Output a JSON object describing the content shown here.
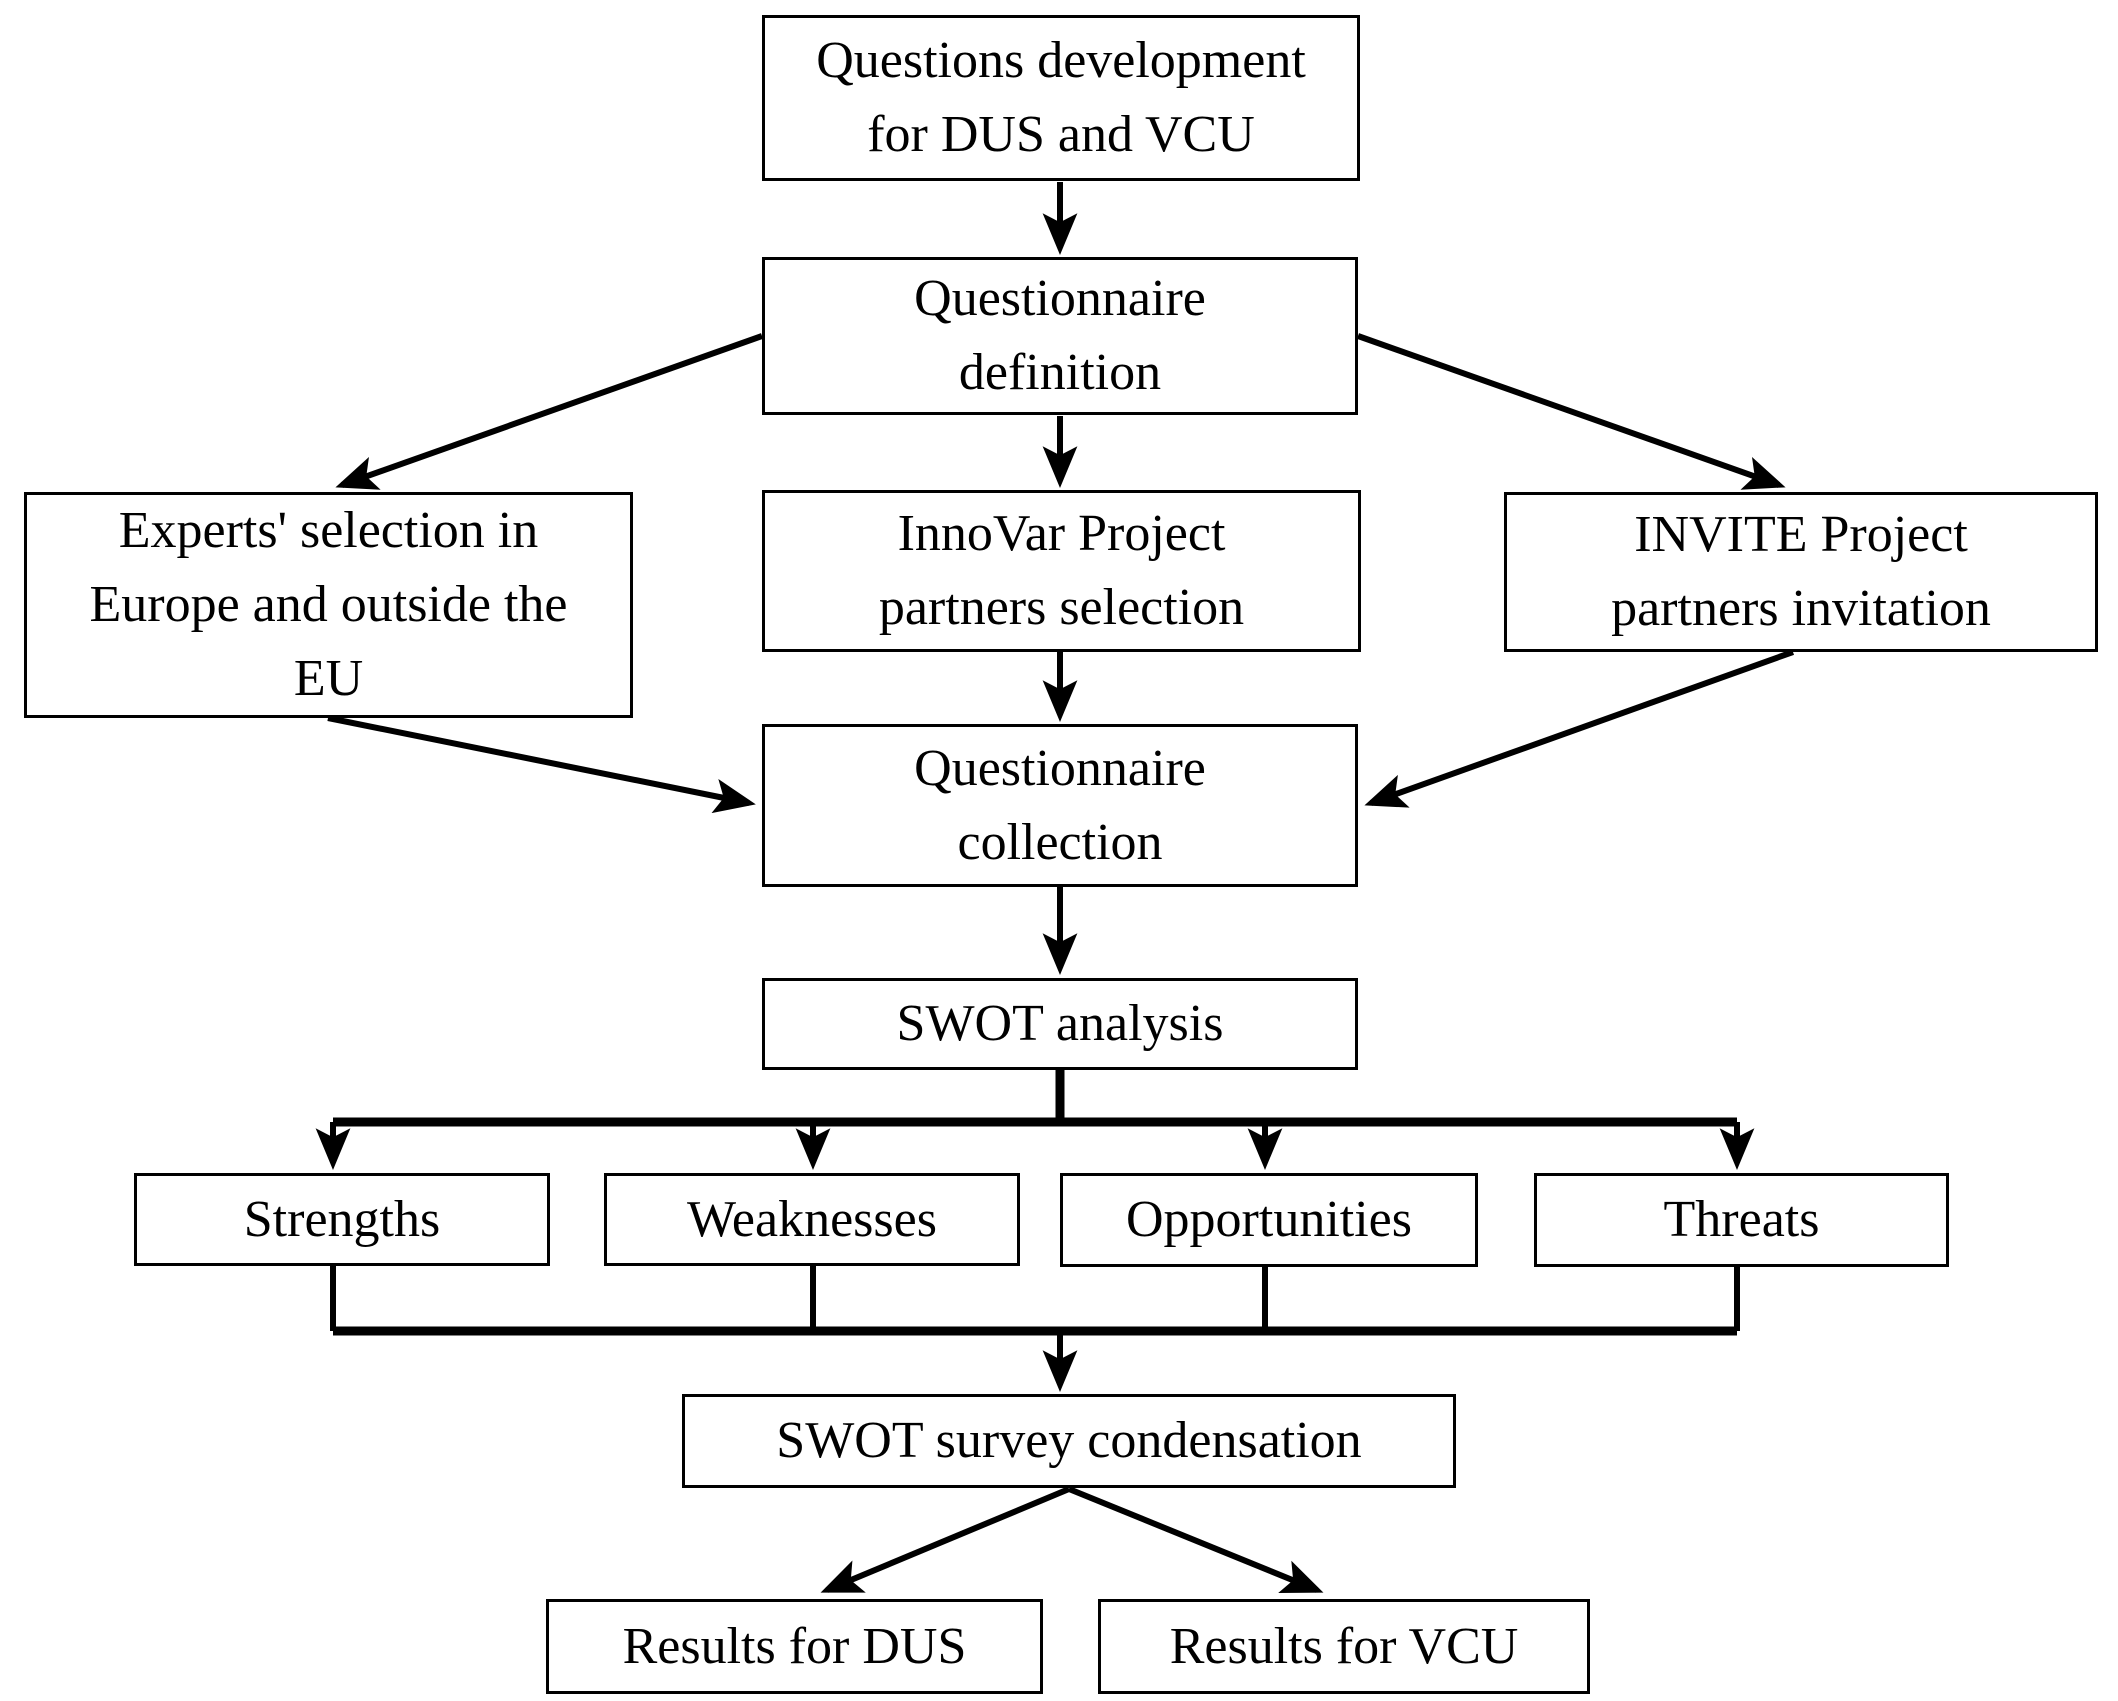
{
  "colors": {
    "background": "#ffffff",
    "box_border": "#000000",
    "line": "#000000",
    "text": "#000000"
  },
  "nodes": {
    "questions_development": {
      "label": "Questions development\nfor DUS  and VCU"
    },
    "questionnaire_definition": {
      "label": "Questionnaire\ndefinition"
    },
    "experts_selection": {
      "label": "Experts' selection in\nEurope and outside the\nEU"
    },
    "innovar_selection": {
      "label": "InnoVar Project\npartners selection"
    },
    "invite_invitation": {
      "label": "INVITE Project\npartners invitation"
    },
    "questionnaire_collection": {
      "label": "Questionnaire\ncollection"
    },
    "swot_analysis": {
      "label": "SWOT analysis"
    },
    "strengths": {
      "label": "Strengths"
    },
    "weaknesses": {
      "label": "Weaknesses"
    },
    "opportunities": {
      "label": "Opportunities"
    },
    "threats": {
      "label": "Threats"
    },
    "swot_condensation": {
      "label": "SWOT survey condensation"
    },
    "results_dus": {
      "label": "Results for DUS"
    },
    "results_vcu": {
      "label": "Results for VCU"
    }
  },
  "edges": [
    {
      "from": "questions_development",
      "to": "questionnaire_definition"
    },
    {
      "from": "questionnaire_definition",
      "to": "experts_selection"
    },
    {
      "from": "questionnaire_definition",
      "to": "innovar_selection"
    },
    {
      "from": "questionnaire_definition",
      "to": "invite_invitation"
    },
    {
      "from": "experts_selection",
      "to": "questionnaire_collection"
    },
    {
      "from": "innovar_selection",
      "to": "questionnaire_collection"
    },
    {
      "from": "invite_invitation",
      "to": "questionnaire_collection"
    },
    {
      "from": "questionnaire_collection",
      "to": "swot_analysis"
    },
    {
      "from": "swot_analysis",
      "to": "strengths"
    },
    {
      "from": "swot_analysis",
      "to": "weaknesses"
    },
    {
      "from": "swot_analysis",
      "to": "opportunities"
    },
    {
      "from": "swot_analysis",
      "to": "threats"
    },
    {
      "from": "strengths",
      "to": "swot_condensation"
    },
    {
      "from": "weaknesses",
      "to": "swot_condensation"
    },
    {
      "from": "opportunities",
      "to": "swot_condensation"
    },
    {
      "from": "threats",
      "to": "swot_condensation"
    },
    {
      "from": "swot_condensation",
      "to": "results_dus"
    },
    {
      "from": "swot_condensation",
      "to": "results_vcu"
    }
  ]
}
